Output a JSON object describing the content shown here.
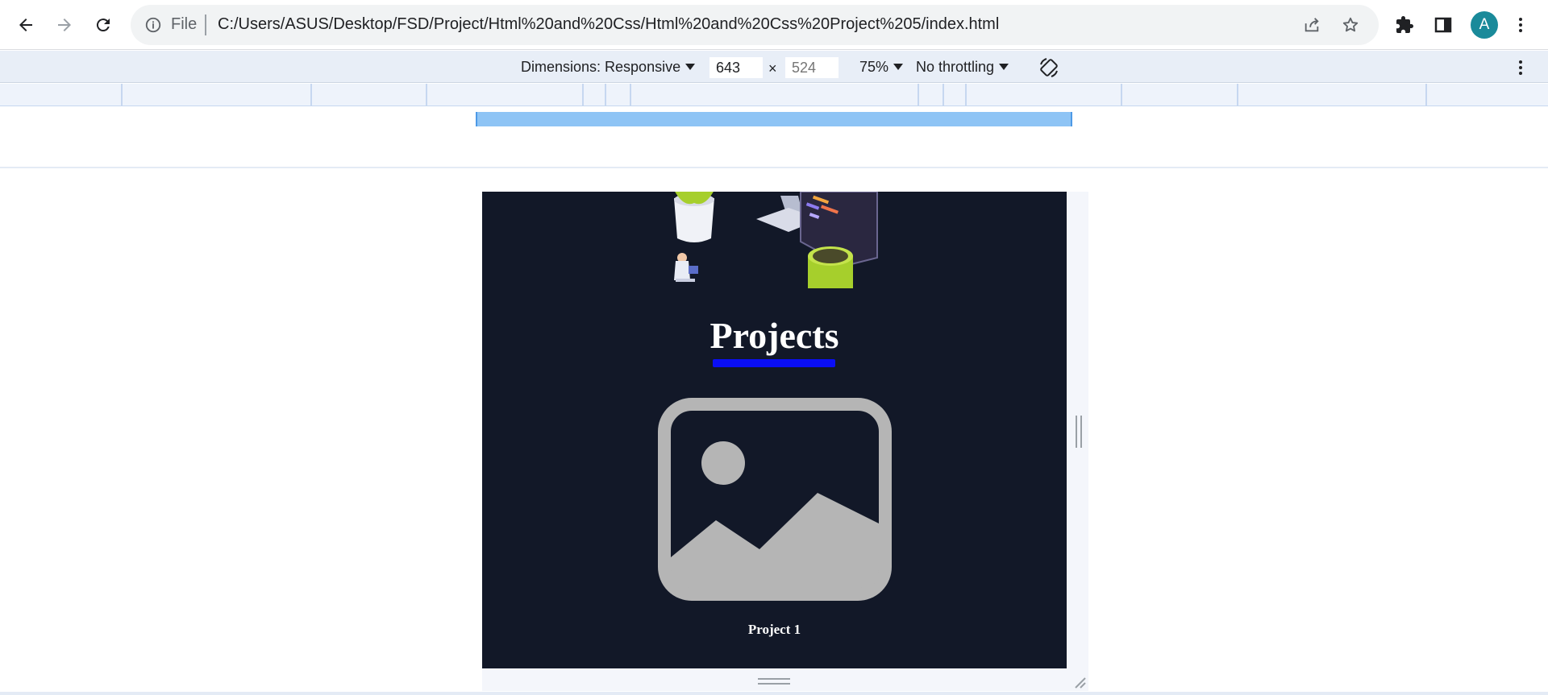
{
  "browser": {
    "omnibox": {
      "scheme_label": "File",
      "url": "C:/Users/ASUS/Desktop/FSD/Project/Html%20and%20Css/Html%20and%20Css%20Project%205/index.html"
    },
    "profile_initial": "A",
    "icons": [
      "back-arrow-icon",
      "forward-arrow-icon",
      "reload-icon",
      "info-icon",
      "share-icon",
      "star-icon",
      "puzzle-icon",
      "side-panel-icon",
      "kebab-menu-icon"
    ]
  },
  "devtools": {
    "dimensions_label": "Dimensions: Responsive",
    "width": "643",
    "height_placeholder": "524",
    "times": "×",
    "zoom": "75%",
    "throttling": "No throttling"
  },
  "page": {
    "title": "Projects",
    "projects": [
      {
        "label": "Project 1",
        "icon": "image-placeholder-icon"
      }
    ],
    "colors": {
      "background": "#121828",
      "title_underline": "#0a0ef5",
      "placeholder": "#b5b5b5"
    }
  }
}
